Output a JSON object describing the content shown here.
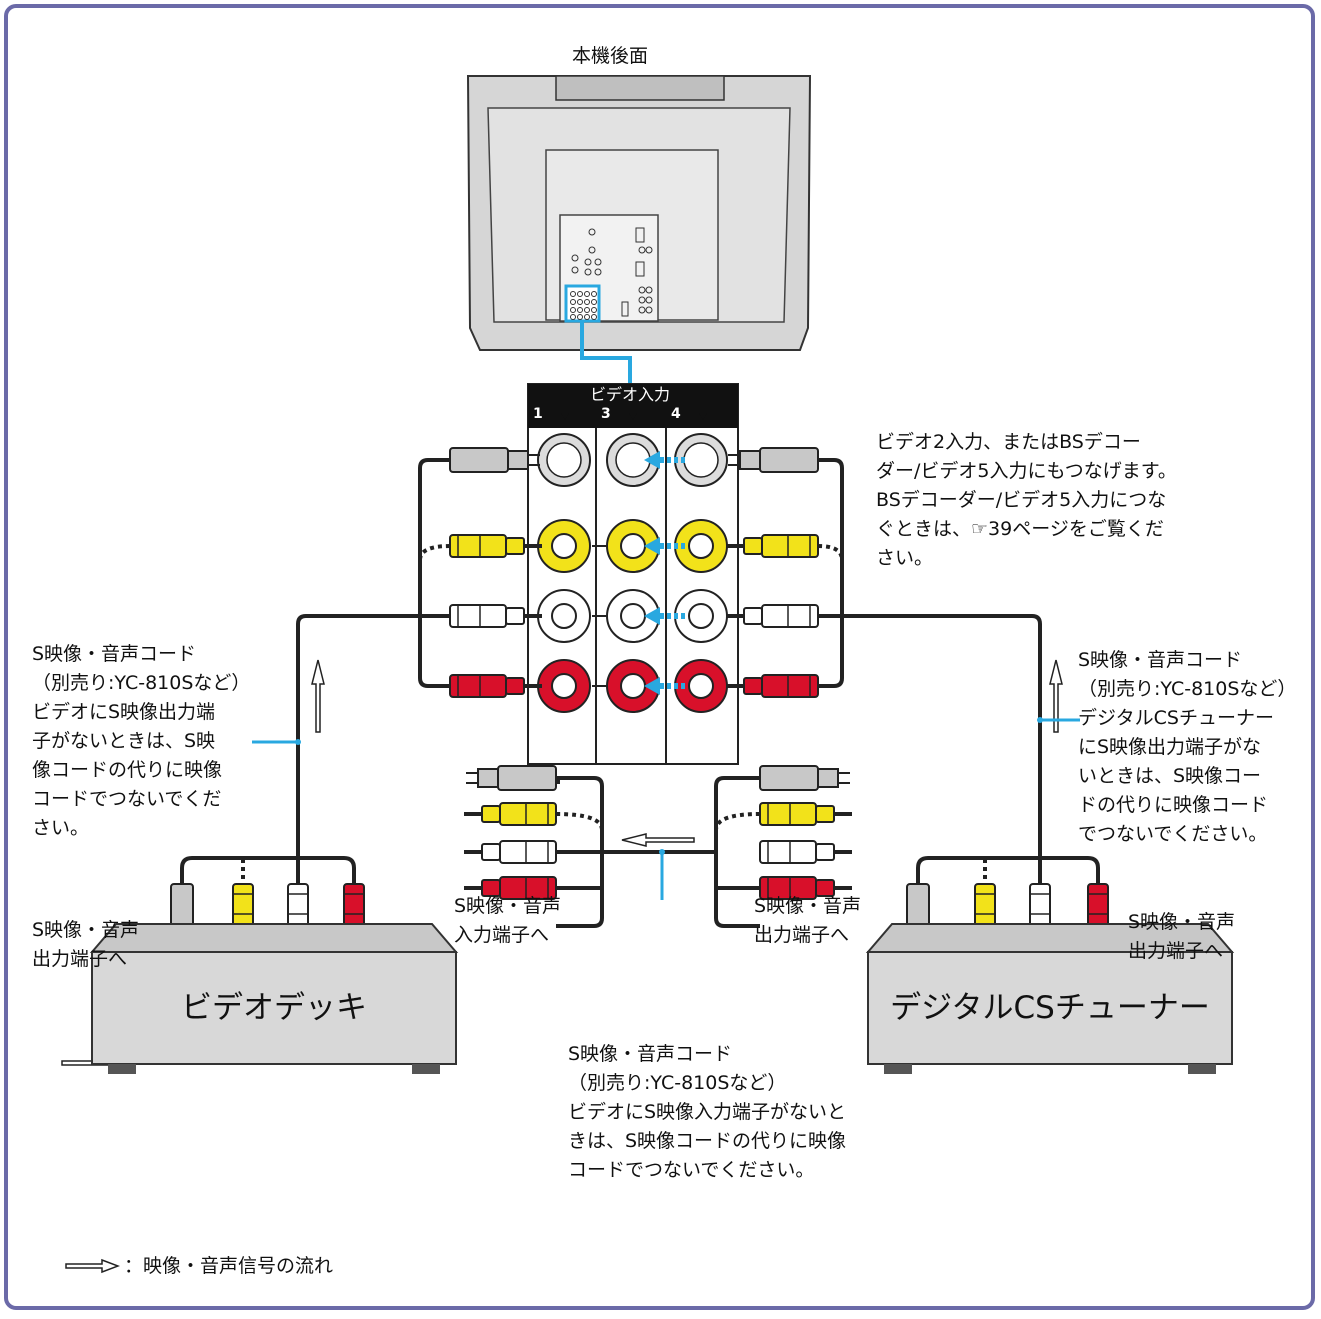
{
  "tv": {
    "caption": "本機後面"
  },
  "panel": {
    "header": "ビデオ入力",
    "inputs": [
      "1",
      "3",
      "4"
    ]
  },
  "notes": {
    "top_right": [
      "ビデオ2入力、またはBSデコー",
      "ダー/ビデオ5入力にもつなげます。",
      "BSデコーダー/ビデオ5入力につな",
      "ぐときは、☞39ページをご覧くだ",
      "さい。"
    ],
    "left_cable": [
      "S映像・音声コード",
      "（別売り:YC-810Sなど）",
      "ビデオにS映像出力端",
      "子がないときは、S映",
      "像コードの代りに映像",
      "コードでつないでくだ",
      "さい。"
    ],
    "right_cable": [
      "S映像・音声コード",
      "（別売り:YC-810Sなど）",
      "デジタルCSチューナー",
      "にS映像出力端子がな",
      "いときは、S映像コー",
      "ドの代りに映像コード",
      "でつないでください。"
    ],
    "bottom_cable": [
      "S映像・音声コード",
      "（別売り:YC-810Sなど）",
      "ビデオにS映像入力端子がないと",
      "きは、S映像コードの代りに映像",
      "コードでつないでください。"
    ]
  },
  "terminals": {
    "vcr_out": [
      "S映像・音声",
      "出力端子へ"
    ],
    "vcr_in": [
      "S映像・音声",
      "入力端子へ"
    ],
    "tuner_out_mid": [
      "S映像・音声",
      "出力端子へ"
    ],
    "tuner_out_right": [
      "S映像・音声",
      "出力端子へ"
    ]
  },
  "devices": {
    "vcr": "ビデオデッキ",
    "tuner": "デジタルCSチューナー"
  },
  "legend": {
    "text": "：映像・音声信号の流れ"
  },
  "colors": {
    "frame": "#6b6aa8",
    "highlight": "#29a8e0",
    "yellow": "#f2e21a",
    "red": "#d8102a",
    "gray": "#c8c8c8"
  }
}
